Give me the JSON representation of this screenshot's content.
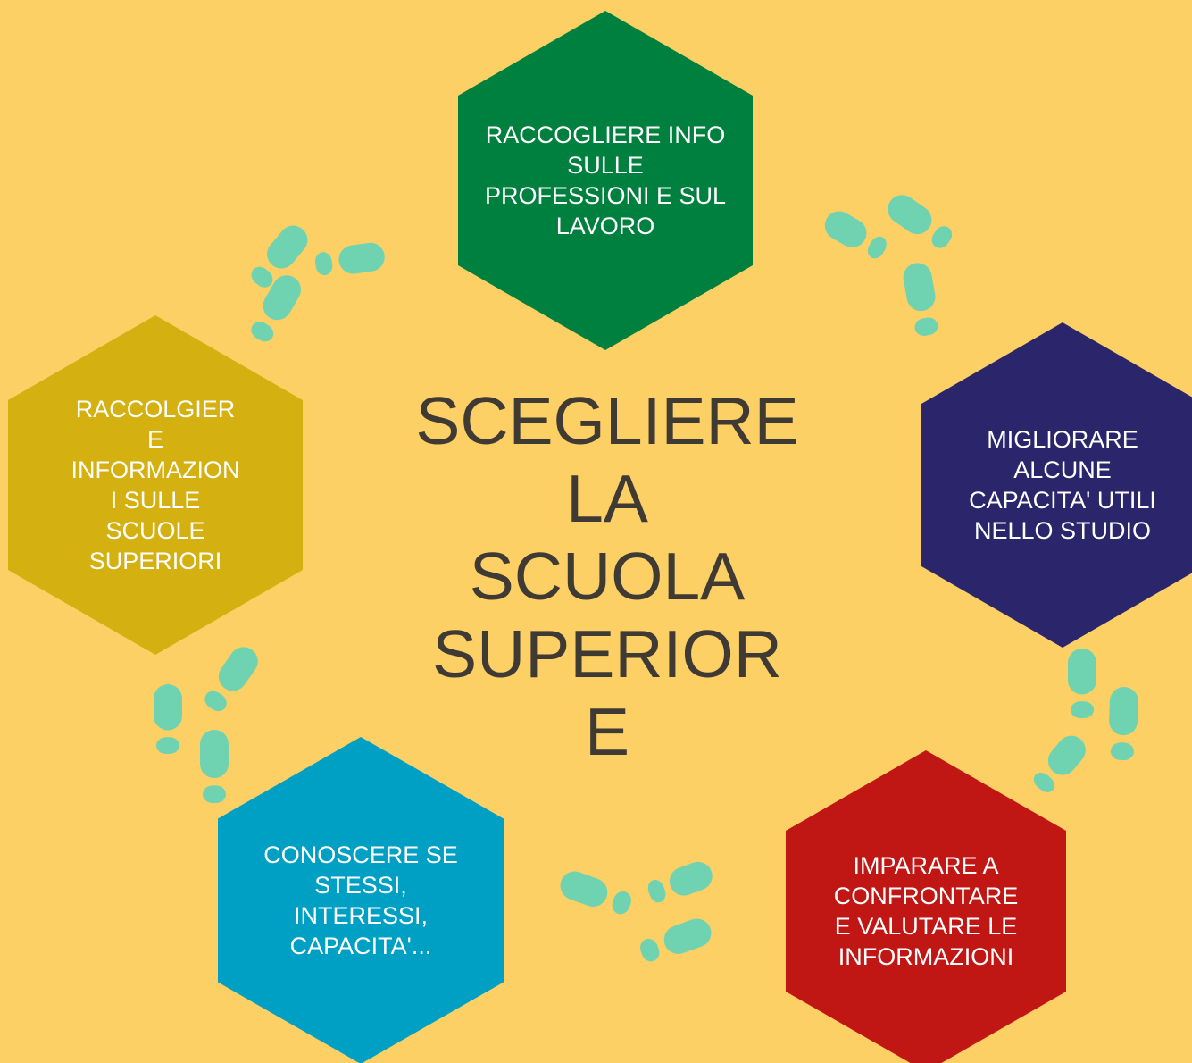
{
  "title_lines": [
    "SCEGLIERE",
    "LA",
    "SCUOLA",
    "SUPERIOR",
    "E"
  ],
  "colors": {
    "background": "#fdd065",
    "footprint": "#6fd3b2",
    "title": "#3f3a34",
    "label": "#ffffff"
  },
  "steps": [
    {
      "id": "professioni",
      "color": "#00803f",
      "lines": [
        "RACCOGLIERE INFO",
        "SULLE",
        "PROFESSIONI E SUL",
        "LAVORO"
      ]
    },
    {
      "id": "capacita-studio",
      "color": "#2b266b",
      "lines": [
        "MIGLIORARE",
        "ALCUNE",
        "CAPACITA' UTILI",
        "NELLO STUDIO"
      ]
    },
    {
      "id": "confrontare",
      "color": "#c11714",
      "lines": [
        "IMPARARE A",
        "CONFRONTARE",
        "E VALUTARE LE",
        "INFORMAZIONI"
      ]
    },
    {
      "id": "conoscere",
      "color": "#00a0c4",
      "lines": [
        "CONOSCERE SE",
        "STESSI,",
        "INTERESSI,",
        "CAPACITA'..."
      ]
    },
    {
      "id": "scuole",
      "color": "#d4b011",
      "lines": [
        "RACCOLGIER",
        "E",
        "INFORMAZION",
        "I SULLE",
        "SCUOLE",
        "SUPERIORI"
      ]
    }
  ],
  "footprint_icon": "footprint-icon"
}
